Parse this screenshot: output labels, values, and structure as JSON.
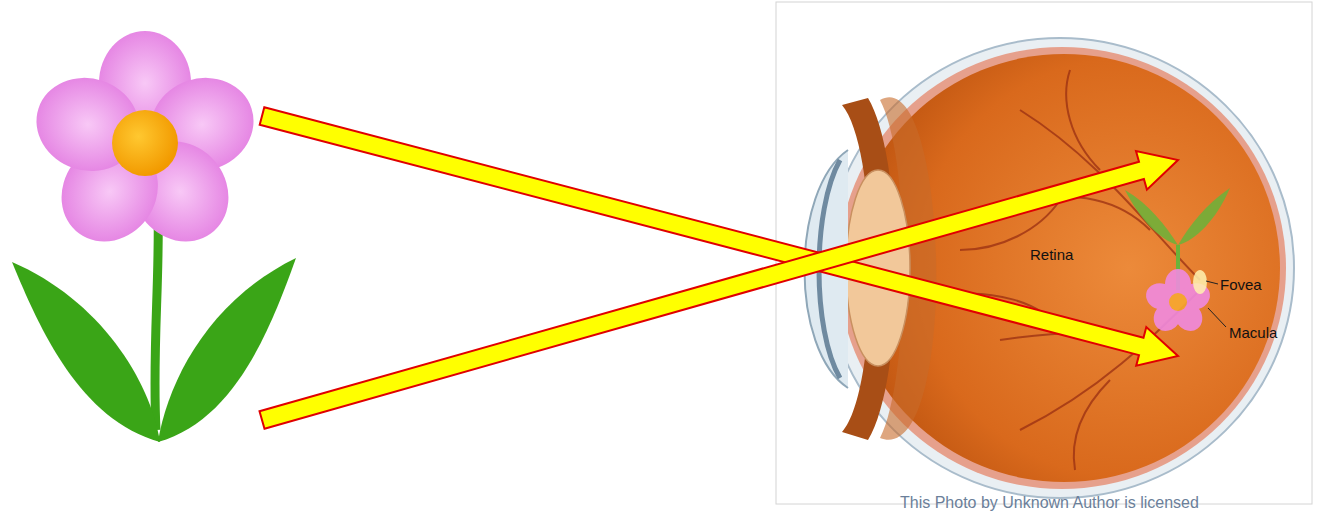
{
  "diagram": {
    "labels": [
      "Retina",
      "Fovea",
      "Macula",
      "This Photo by Unknown Author is licensed"
    ]
  }
}
